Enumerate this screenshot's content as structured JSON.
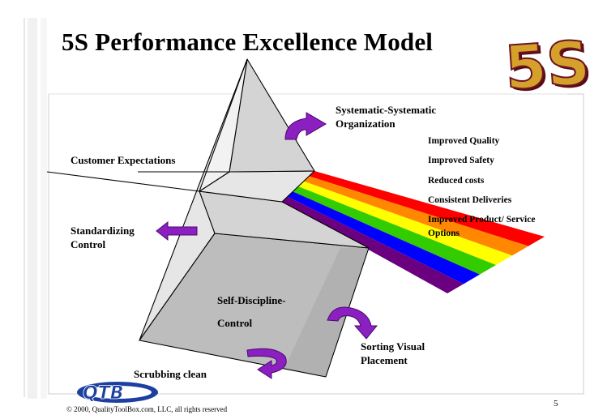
{
  "title": "5S Performance Excellence Model",
  "badge": "5S",
  "logo": "QTB",
  "labels": {
    "systematic": [
      "Systematic-Systematic",
      "Organization"
    ],
    "customer": "Customer Expectations",
    "standardizing": [
      "Standardizing",
      "Control"
    ],
    "self_discipline": [
      "Self-Discipline-",
      "Control"
    ],
    "sorting": [
      "Sorting Visual",
      "Placement"
    ],
    "scrubbing": "Scrubbing clean"
  },
  "benefits": [
    "Improved Quality",
    "Improved Safety",
    "Reduced costs",
    "Consistent Deliveries",
    "Improved Product/ Service",
    "Options"
  ],
  "footer": {
    "copyright": "© 2000, QualityToolBox.com, LLC, all rights reserved",
    "page_number": "5"
  },
  "colors": {
    "arrow": "#8b1fc0",
    "arrow_dark": "#4a0a70",
    "spectrum": [
      "#ff0000",
      "#ff8800",
      "#ffff00",
      "#33cc00",
      "#0000ff",
      "#6a0080"
    ],
    "pyramid_light": "#e6e6e6",
    "pyramid_mid": "#d4d4d4",
    "pyramid_dark": "#bdbdbd"
  }
}
